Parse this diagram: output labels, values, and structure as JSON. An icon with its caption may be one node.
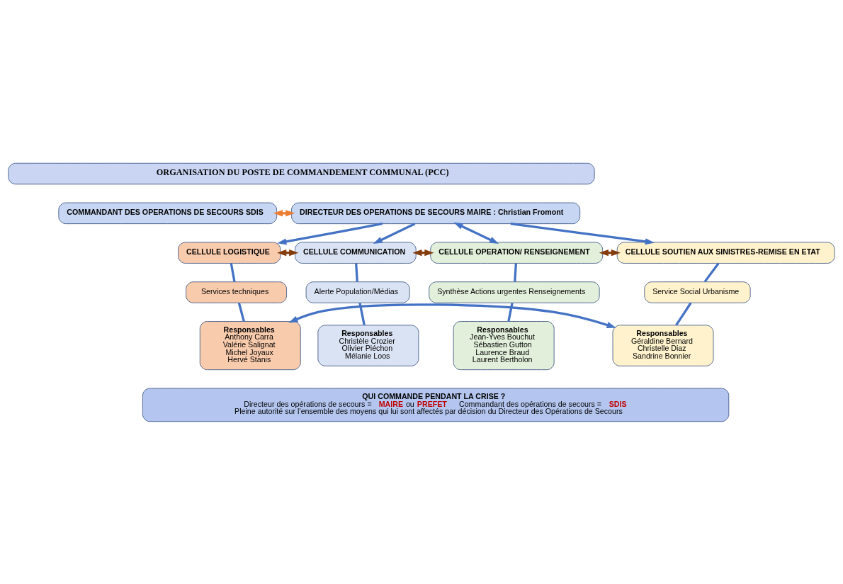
{
  "diagram": {
    "nodes": [
      {
        "text": [
          "ORGANISATION DU POSTE DE COMMANDEMENT COMMUNAL (PCC)"
        ]
      },
      {
        "text": [
          "COMMANDANT DES OPERATIONS DE SECOURS SDIS"
        ]
      },
      {
        "text": [
          "DIRECTEUR DES OPERATIONS DE SECOURS MAIRE : Christian Fromont"
        ]
      },
      {
        "text": [
          "CELLULE LOGISTIQUE"
        ]
      },
      {
        "text": [
          "CELLULE COMMUNICATION"
        ]
      },
      {
        "text": [
          "CELLULE OPERATION/ RENSEIGNEMENT"
        ]
      },
      {
        "text": [
          "CELLULE SOUTIEN AUX SINISTRES-REMISE EN ETAT"
        ]
      },
      {
        "text": [
          "Services techniques"
        ]
      },
      {
        "text": [
          "Alerte Population/Médias"
        ]
      },
      {
        "text": [
          "Synthèse Actions urgentes Renseignements"
        ]
      },
      {
        "text": [
          "Service Social Urbanisme"
        ]
      },
      {
        "text": [
          "Responsables",
          "Anthony Carra",
          "Valérie Salignat",
          "Michel Joyaux",
          "Hervé Stanis"
        ]
      },
      {
        "text": [
          "Responsables",
          "Christèle Crozier",
          "Olivier Piéchon",
          "Mélanie Loos"
        ]
      },
      {
        "text": [
          "Responsables",
          "Jean-Yves Bouchut",
          "Sébastien Gutton",
          "Laurence Braud",
          "Laurent Bertholon"
        ]
      },
      {
        "text": [
          "Responsables",
          "Géraldine Bernard",
          "Christelle Diaz",
          "Sandrine Bonnier"
        ]
      },
      {
        "text": [
          "QUI COMMANDE PENDANT LA CRISE ?",
          "Directeur des opérations de secours = **MAIRE** ou **PREFET**     Commandant des opérations de secours = **SDIS**",
          "Pleine autorité sur l’ensemble des moyens qui lui sont affectés par décision du Directeur des Opérations de Secours"
        ]
      }
    ],
    "edges": [
      {
        "from": 1,
        "to": 2,
        "arrow": "both",
        "color": "#ed7d31"
      },
      {
        "from": 2,
        "to": 3,
        "arrow": "to"
      },
      {
        "from": 2,
        "to": 4,
        "arrow": "to"
      },
      {
        "from": 2,
        "to": 5,
        "arrow": "both"
      },
      {
        "from": 2,
        "to": 6,
        "arrow": "to"
      },
      {
        "from": 3,
        "to": 4,
        "arrow": "both",
        "color": "#843c0c"
      },
      {
        "from": 4,
        "to": 5,
        "arrow": "both",
        "color": "#843c0c"
      },
      {
        "from": 5,
        "to": 6,
        "arrow": "both",
        "color": "#843c0c"
      },
      {
        "from": 3,
        "to": 7,
        "arrow": "none"
      },
      {
        "from": 7,
        "to": 11,
        "arrow": "none"
      },
      {
        "from": 4,
        "to": 8,
        "arrow": "none"
      },
      {
        "from": 8,
        "to": 12,
        "arrow": "none"
      },
      {
        "from": 5,
        "to": 9,
        "arrow": "none"
      },
      {
        "from": 9,
        "to": 13,
        "arrow": "none"
      },
      {
        "from": 6,
        "to": 10,
        "arrow": "none"
      },
      {
        "from": 10,
        "to": 14,
        "arrow": "none"
      },
      {
        "from": 11,
        "to": 14,
        "arrow": "both"
      }
    ]
  }
}
